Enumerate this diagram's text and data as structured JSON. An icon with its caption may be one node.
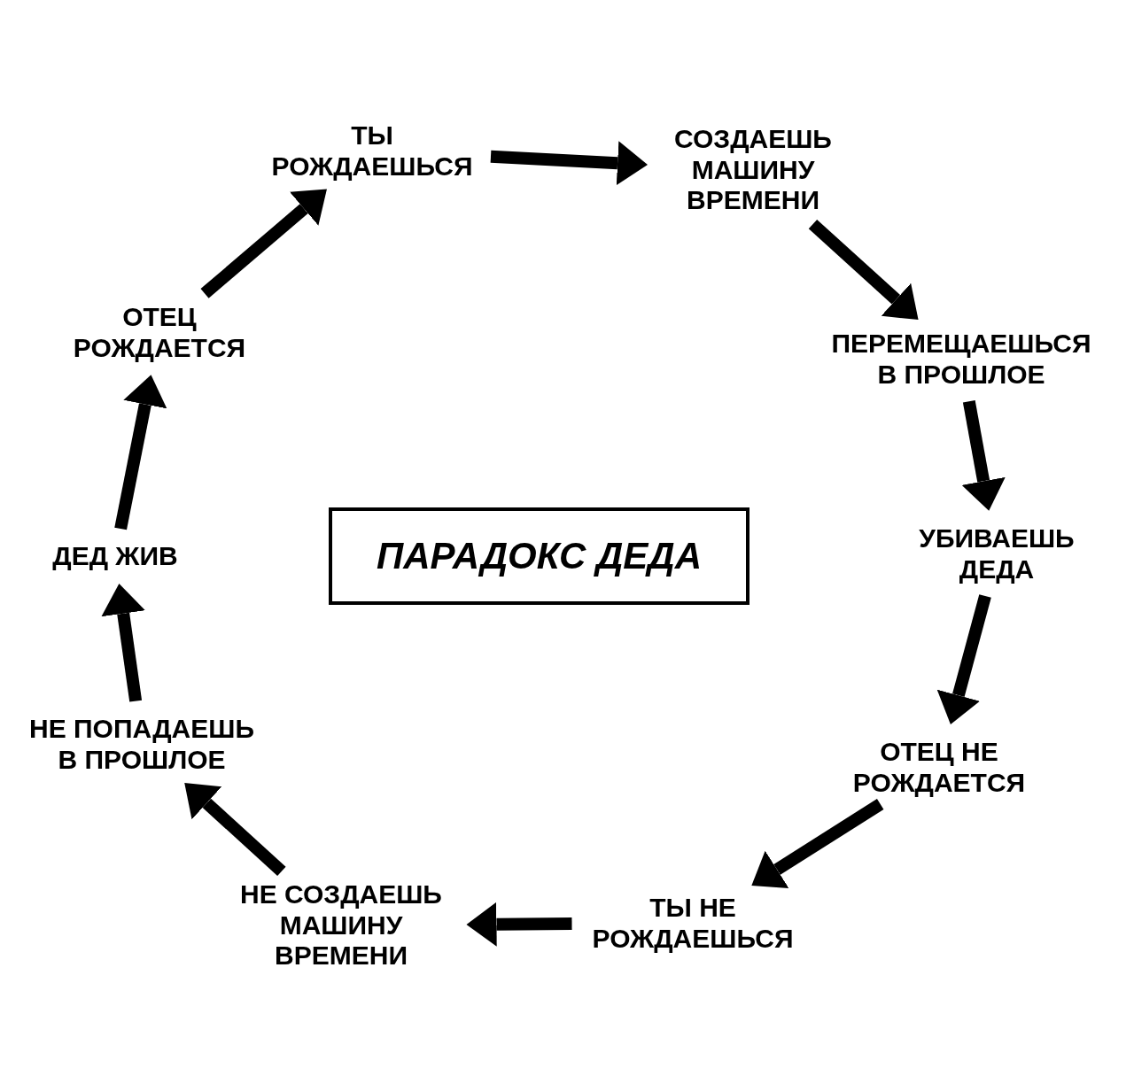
{
  "diagram": {
    "title": "ПАРАДОКС ДЕДА",
    "nodes": [
      {
        "text": [
          "ТЫ РОЖДАЕШЬСЯ"
        ]
      },
      {
        "text": [
          "СОЗДАЕШЬ МАШИНУ ВРЕМЕНИ"
        ]
      },
      {
        "text": [
          "ПЕРЕМЕЩАЕШЬСЯ В ПРОШЛОЕ"
        ]
      },
      {
        "text": [
          "УБИВАЕШЬ ДЕДА"
        ]
      },
      {
        "text": [
          "ОТЕЦ НЕ РОЖДАЕТСЯ"
        ]
      },
      {
        "text": [
          "ТЫ НЕ РОЖДАЕШЬСЯ"
        ]
      },
      {
        "text": [
          "НЕ СОЗДАЕШЬ МАШИНУ ВРЕМЕНИ"
        ]
      },
      {
        "text": [
          "НЕ ПОПАДАЕШЬ В ПРОШЛОЕ"
        ]
      },
      {
        "text": [
          "ДЕД ЖИВ"
        ]
      },
      {
        "text": [
          "ОТЕЦ РОЖДАЕТСЯ"
        ]
      }
    ],
    "edges": [
      {
        "from": 0,
        "to": 1,
        "arrow": "to"
      },
      {
        "from": 1,
        "to": 2,
        "arrow": "to"
      },
      {
        "from": 2,
        "to": 3,
        "arrow": "to"
      },
      {
        "from": 3,
        "to": 4,
        "arrow": "to"
      },
      {
        "from": 4,
        "to": 5,
        "arrow": "to"
      },
      {
        "from": 5,
        "to": 6,
        "arrow": "to"
      },
      {
        "from": 6,
        "to": 7,
        "arrow": "to"
      },
      {
        "from": 7,
        "to": 8,
        "arrow": "to"
      },
      {
        "from": 8,
        "to": 9,
        "arrow": "to"
      },
      {
        "from": 9,
        "to": 0,
        "arrow": "to"
      }
    ]
  }
}
